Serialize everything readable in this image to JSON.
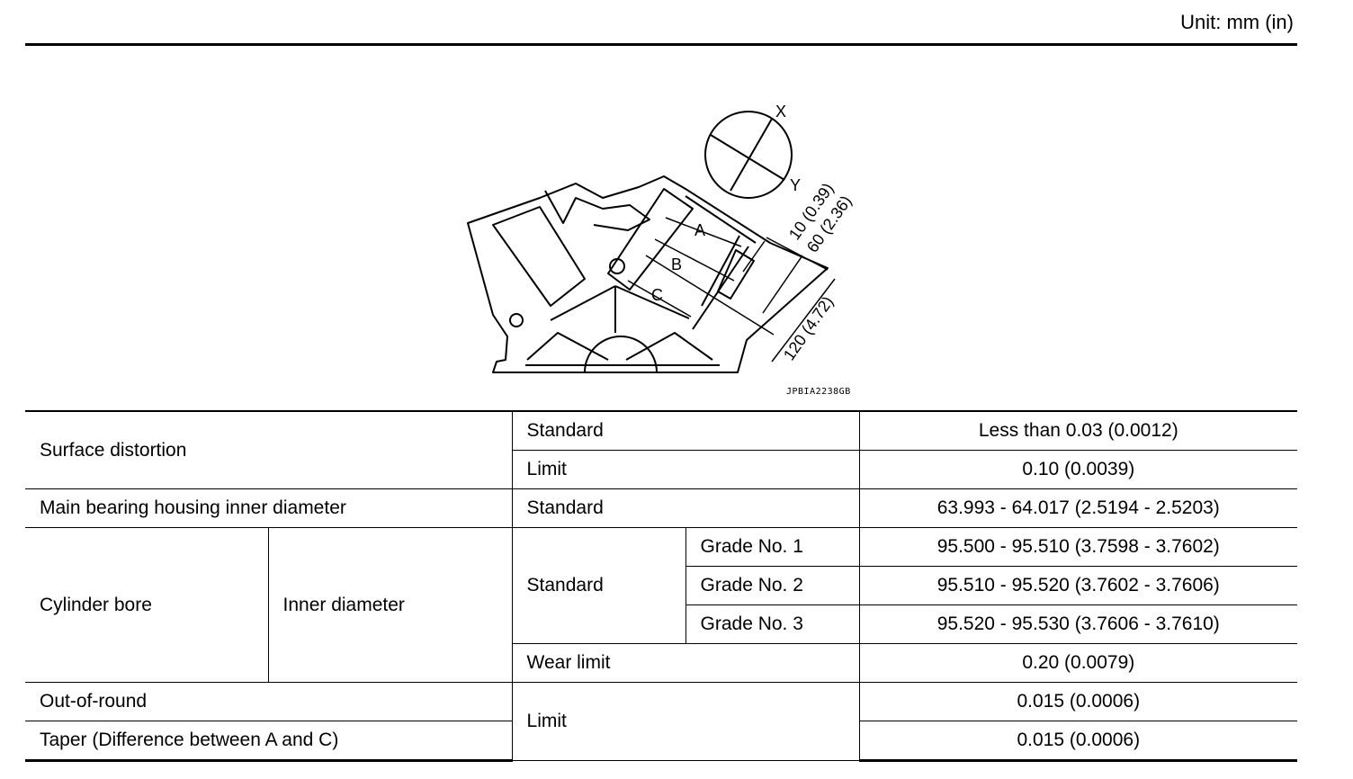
{
  "header": {
    "unit": "Unit: mm (in)"
  },
  "figure": {
    "id": "JPBIA2238GB",
    "label_x": "X",
    "label_y": "Y",
    "label_a": "A",
    "label_b": "B",
    "label_c": "C",
    "dim_10": "10 (0.39)",
    "dim_60": "60 (2.36)",
    "dim_120": "120 (4.72)"
  },
  "table": {
    "surface_distortion": {
      "label": "Surface distortion",
      "standard_label": "Standard",
      "standard_value": "Less than 0.03 (0.0012)",
      "limit_label": "Limit",
      "limit_value": "0.10 (0.0039)"
    },
    "main_bearing": {
      "label": "Main bearing housing inner diameter",
      "standard_label": "Standard",
      "standard_value": "63.993 - 64.017 (2.5194 - 2.5203)"
    },
    "cylinder_bore": {
      "label": "Cylinder bore",
      "sub_label": "Inner diameter",
      "standard_label": "Standard",
      "grade1_label": "Grade No. 1",
      "grade1_value": "95.500 - 95.510 (3.7598 - 3.7602)",
      "grade2_label": "Grade No. 2",
      "grade2_value": "95.510 - 95.520 (3.7602 - 3.7606)",
      "grade3_label": "Grade No. 3",
      "grade3_value": "95.520 - 95.530 (3.7606 - 3.7610)",
      "wear_limit_label": "Wear limit",
      "wear_limit_value": "0.20 (0.0079)"
    },
    "out_of_round": {
      "label": "Out-of-round",
      "value": "0.015 (0.0006)"
    },
    "taper": {
      "label": "Taper (Difference between A and C)",
      "value": "0.015 (0.0006)"
    },
    "limit_label": "Limit"
  }
}
